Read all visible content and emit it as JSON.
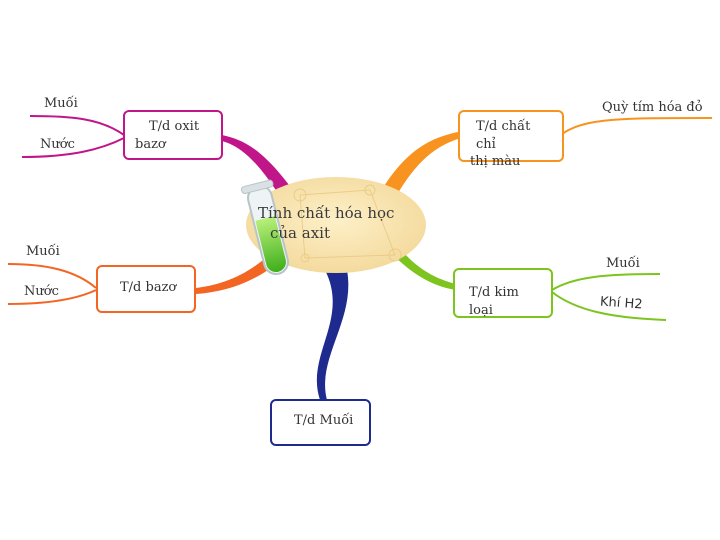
{
  "center": {
    "line1": "Tính chất hóa học",
    "line2": "của axit"
  },
  "branches": {
    "td_oxit_bazo": {
      "line1": "T/d oxit",
      "line2": "bazơ",
      "color": "#c0168a",
      "leaves": [
        "Muối",
        "Nước"
      ]
    },
    "td_chat_chi_thi": {
      "line1": "T/d chất chỉ",
      "line2": "thị màu",
      "color": "#f7931e",
      "leaves": [
        "Quỳ tím hóa đỏ"
      ]
    },
    "td_bazo": {
      "label": "T/d bazơ",
      "color": "#f26522",
      "leaves": [
        "Muối",
        "Nước"
      ]
    },
    "td_kim_loai": {
      "label": "T/d kim loại",
      "color": "#7dc41f",
      "leaves": [
        "Muối",
        "Khí H2"
      ]
    },
    "td_muoi": {
      "label": "T/d Muối",
      "color": "#1f2a8f"
    }
  }
}
